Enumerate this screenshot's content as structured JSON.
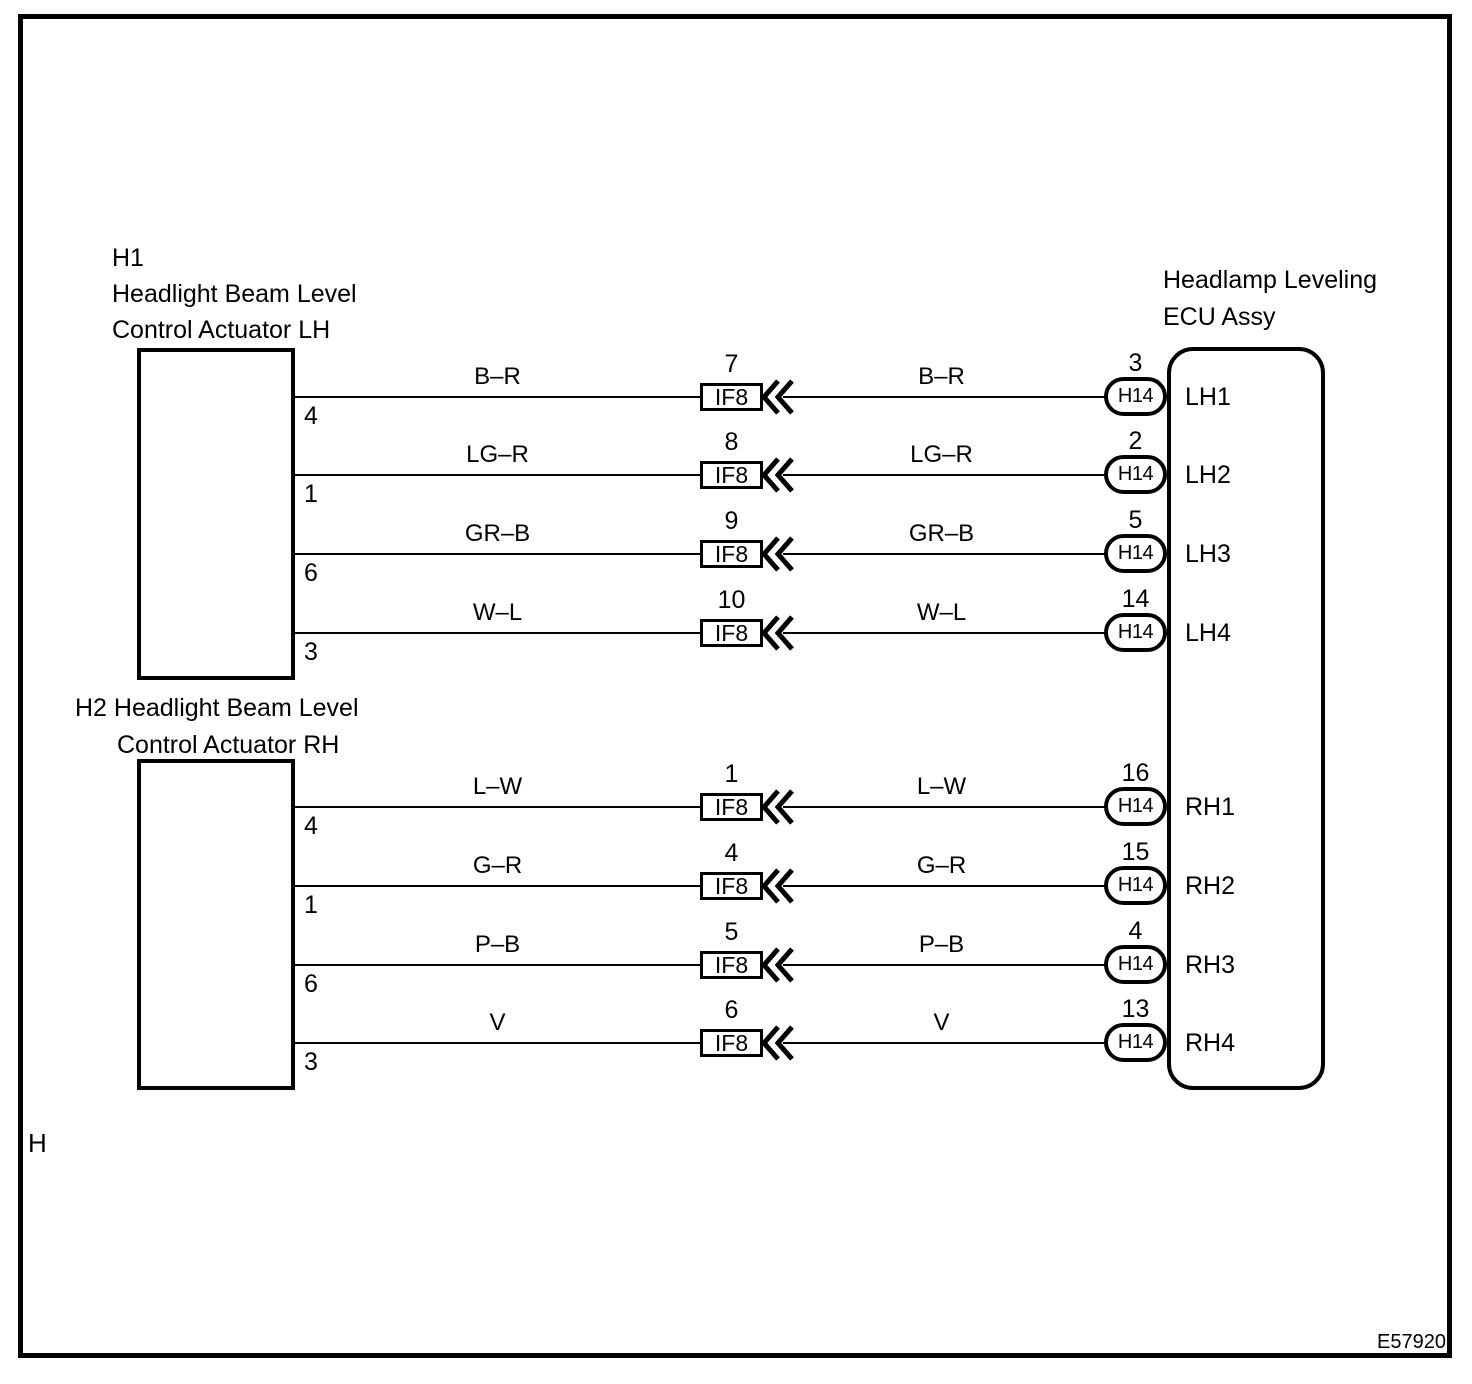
{
  "diagram": {
    "figure_code": "E57920",
    "page_letter": "H",
    "actuator_lh": {
      "id": "H1",
      "name_line1": "Headlight Beam Level",
      "name_line2": "Control Actuator LH"
    },
    "actuator_rh": {
      "name_line1": "H2 Headlight Beam Level",
      "name_line2": "Control Actuator RH"
    },
    "ecu": {
      "name_line1": "Headlamp Leveling",
      "name_line2": "ECU Assy"
    },
    "mid_connector_code": "IF8",
    "right_connector_code": "H14",
    "rows": [
      {
        "actuator": "H1",
        "actuator_pin": "4",
        "wire_color_left": "B–R",
        "if8_pin": "7",
        "wire_color_right": "B–R",
        "h14_pin": "3",
        "ecu_pin": "LH1"
      },
      {
        "actuator": "H1",
        "actuator_pin": "1",
        "wire_color_left": "LG–R",
        "if8_pin": "8",
        "wire_color_right": "LG–R",
        "h14_pin": "2",
        "ecu_pin": "LH2"
      },
      {
        "actuator": "H1",
        "actuator_pin": "6",
        "wire_color_left": "GR–B",
        "if8_pin": "9",
        "wire_color_right": "GR–B",
        "h14_pin": "5",
        "ecu_pin": "LH3"
      },
      {
        "actuator": "H1",
        "actuator_pin": "3",
        "wire_color_left": "W–L",
        "if8_pin": "10",
        "wire_color_right": "W–L",
        "h14_pin": "14",
        "ecu_pin": "LH4"
      },
      {
        "actuator": "H2",
        "actuator_pin": "4",
        "wire_color_left": "L–W",
        "if8_pin": "1",
        "wire_color_right": "L–W",
        "h14_pin": "16",
        "ecu_pin": "RH1"
      },
      {
        "actuator": "H2",
        "actuator_pin": "1",
        "wire_color_left": "G–R",
        "if8_pin": "4",
        "wire_color_right": "G–R",
        "h14_pin": "15",
        "ecu_pin": "RH2"
      },
      {
        "actuator": "H2",
        "actuator_pin": "6",
        "wire_color_left": "P–B",
        "if8_pin": "5",
        "wire_color_right": "P–B",
        "h14_pin": "4",
        "ecu_pin": "RH3"
      },
      {
        "actuator": "H2",
        "actuator_pin": "3",
        "wire_color_left": "V",
        "if8_pin": "6",
        "wire_color_right": "V",
        "h14_pin": "13",
        "ecu_pin": "RH4"
      }
    ],
    "colors": {
      "line": "#000000",
      "background": "#ffffff"
    }
  }
}
